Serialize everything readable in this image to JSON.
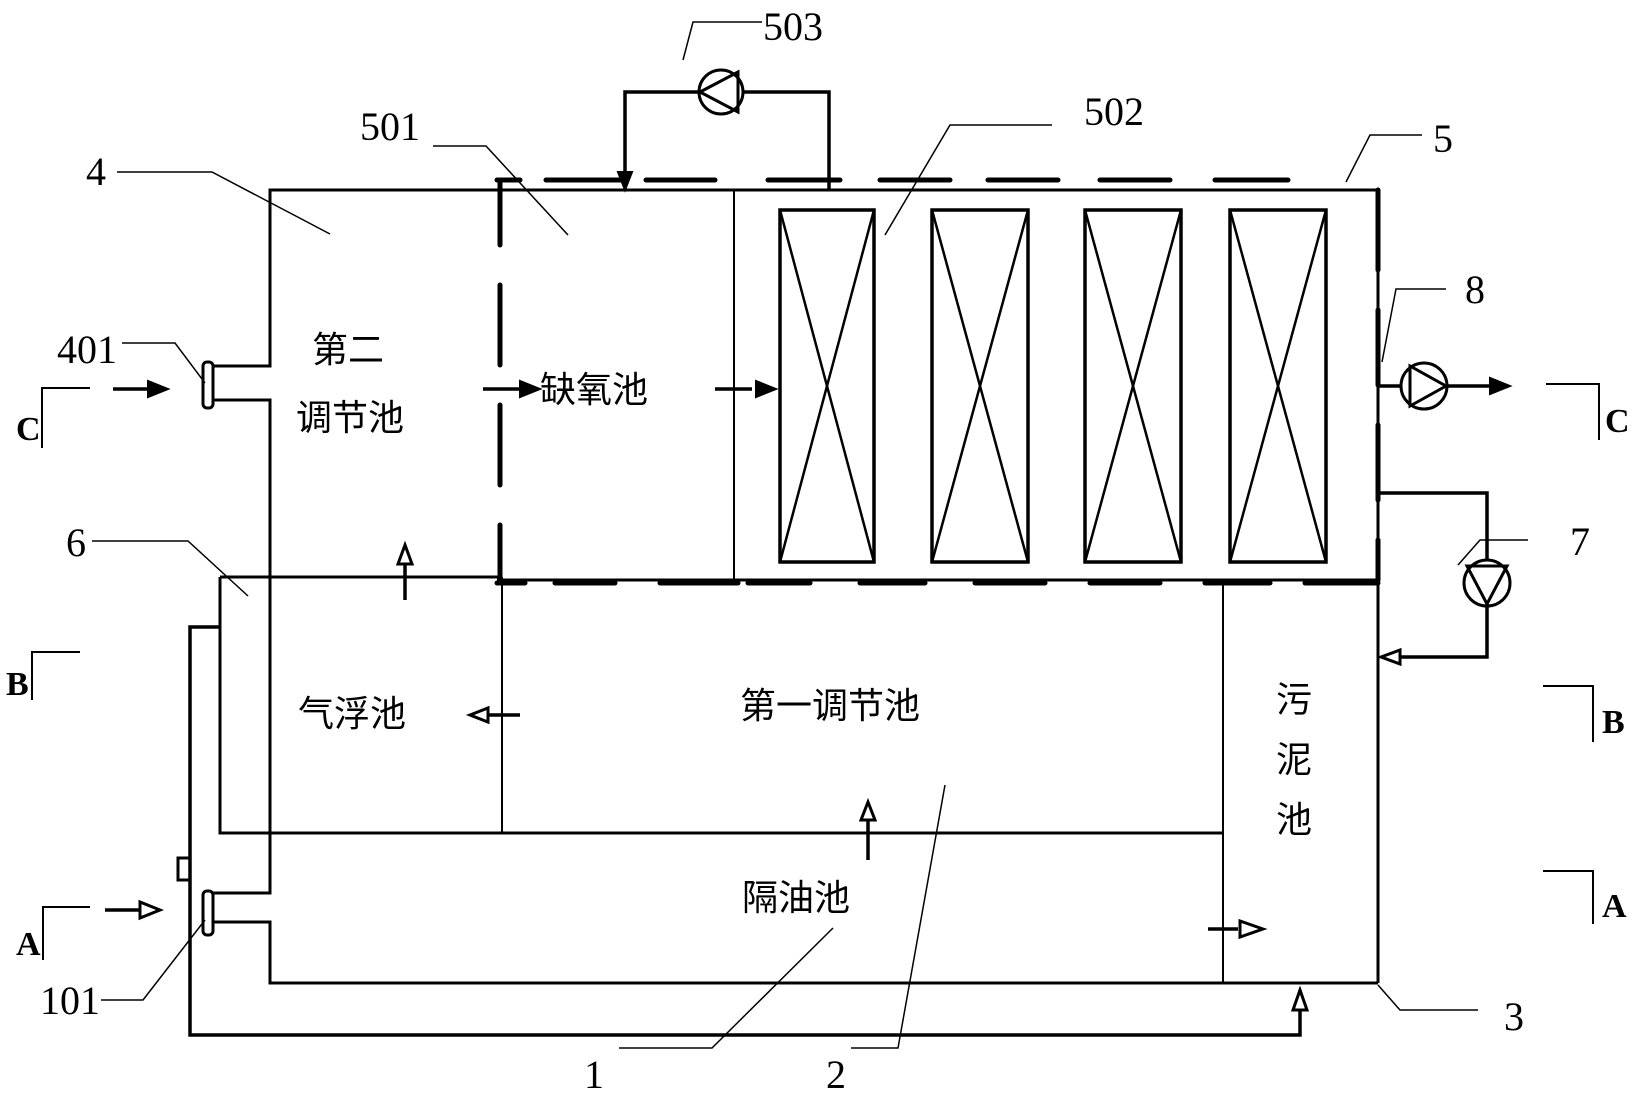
{
  "diagram": {
    "tanks": {
      "oil_separation": "隔油池",
      "first_regulating": "第一调节池",
      "sludge_line1": "污",
      "sludge_line2": "泥",
      "sludge_line3": "池",
      "second_regulating_line1": "第二",
      "second_regulating_line2": "调节池",
      "anoxic": "缺氧池",
      "air_flotation": "气浮池"
    },
    "reference_numbers": {
      "oil_separation_tank": "1",
      "first_regulating_tank": "2",
      "sludge_tank": "3",
      "second_regulating_tank": "4",
      "biochemical_unit": "5",
      "air_flotation_tank": "6",
      "sludge_return_pump": "7",
      "effluent_pump": "8",
      "inlet_101": "101",
      "inlet_401": "401",
      "anoxic_tank": "501",
      "filler_module": "502",
      "reflux_pump": "503"
    },
    "section_marks": {
      "a_left": "A",
      "a_right": "A",
      "b_left": "B",
      "b_right": "B",
      "c_left": "C",
      "c_right": "C"
    }
  }
}
